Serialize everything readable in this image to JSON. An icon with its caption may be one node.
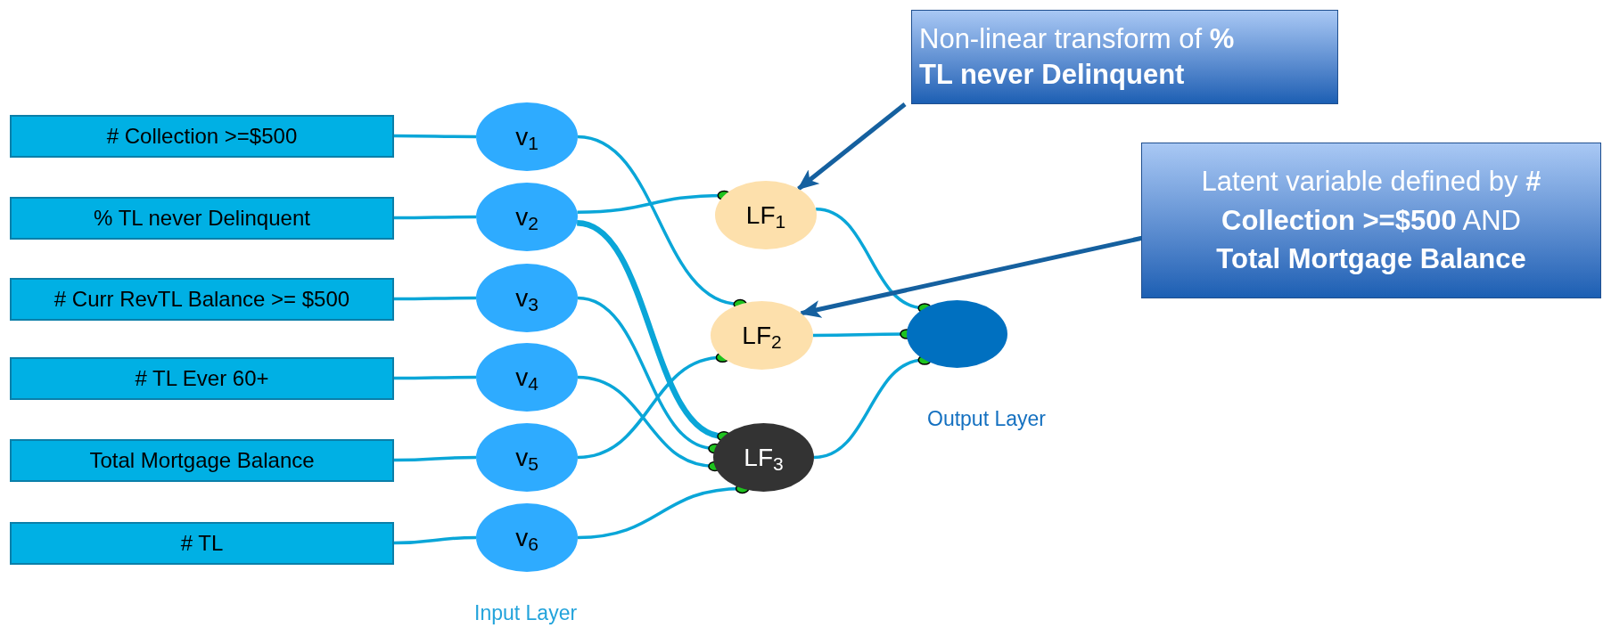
{
  "diagram": {
    "nodes": [
      {
        "text": [
          "# Collection >=$500"
        ]
      },
      {
        "text": [
          "% TL never Delinquent"
        ]
      },
      {
        "text": [
          "# Curr RevTL Balance >= $500"
        ]
      },
      {
        "text": [
          "# TL Ever 60+"
        ]
      },
      {
        "text": [
          "Total Mortgage Balance"
        ]
      },
      {
        "text": [
          "# TL"
        ]
      },
      {
        "text": [
          "v$_{1}$"
        ]
      },
      {
        "text": [
          "v$_{2}$"
        ]
      },
      {
        "text": [
          "v$_{3}$"
        ]
      },
      {
        "text": [
          "v$_{4}$"
        ]
      },
      {
        "text": [
          "v$_{5}$"
        ]
      },
      {
        "text": [
          "v$_{6}$"
        ]
      },
      {
        "text": [
          "LF$_{1}$"
        ]
      },
      {
        "text": [
          "LF$_{2}$"
        ]
      },
      {
        "text": [
          "LF$_{3}$"
        ]
      },
      {
        "text": [],
        "shape": "circle"
      },
      {
        "text": [
          "Non-linear transform of **% TL never Delinquent**"
        ]
      },
      {
        "text": [
          "Latent variable defined by **# Collection >=$500** AND **Total Mortgage Balance**"
        ]
      }
    ],
    "edges": [
      {
        "from": 0,
        "to": 6,
        "arrow": "none"
      },
      {
        "from": 1,
        "to": 7,
        "arrow": "none"
      },
      {
        "from": 2,
        "to": 8,
        "arrow": "none"
      },
      {
        "from": 3,
        "to": 9,
        "arrow": "none"
      },
      {
        "from": 4,
        "to": 10,
        "arrow": "none"
      },
      {
        "from": 5,
        "to": 11,
        "arrow": "none"
      },
      {
        "from": 6,
        "to": 13,
        "arrow": "other"
      },
      {
        "from": 7,
        "to": 12,
        "arrow": "other"
      },
      {
        "from": 7,
        "to": 14,
        "arrow": "other",
        "style": "thick"
      },
      {
        "from": 8,
        "to": 14,
        "arrow": "other"
      },
      {
        "from": 9,
        "to": 14,
        "arrow": "other"
      },
      {
        "from": 10,
        "to": 13,
        "arrow": "other"
      },
      {
        "from": 11,
        "to": 14,
        "arrow": "other"
      },
      {
        "from": 12,
        "to": 15,
        "arrow": "other"
      },
      {
        "from": 13,
        "to": 15,
        "arrow": "other"
      },
      {
        "from": 14,
        "to": 15,
        "arrow": "other"
      },
      {
        "from": 16,
        "to": 12,
        "arrow": "to",
        "color": "#15609f"
      },
      {
        "from": 17,
        "to": 13,
        "arrow": "to",
        "color": "#15609f"
      }
    ],
    "labels": [
      "Output Layer",
      "Input Layer"
    ]
  }
}
